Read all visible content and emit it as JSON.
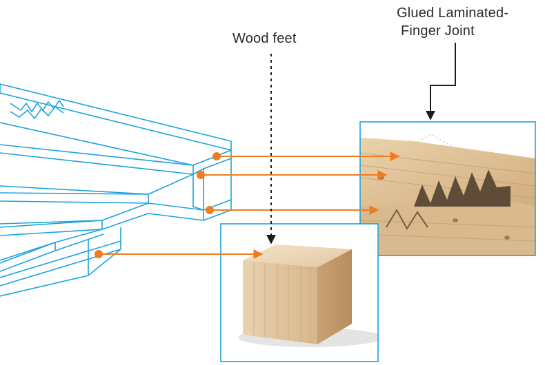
{
  "labels": {
    "wood_feet": "Wood feet",
    "glued_line1": "Glued Laminated-",
    "glued_line2": "Finger Joint"
  },
  "colors": {
    "pallet_line": "#1aa3de",
    "arrow_orange": "#ee7d22",
    "callout_black": "#1c1c1c",
    "wood_light": "#e8cfa9",
    "wood_mid": "#d8b78c",
    "wood_dark": "#b58c5e"
  },
  "icons": {
    "pallet": "pallet-line-drawing",
    "block": "wood-feet-block-photo",
    "joint": "finger-joint-photo"
  }
}
